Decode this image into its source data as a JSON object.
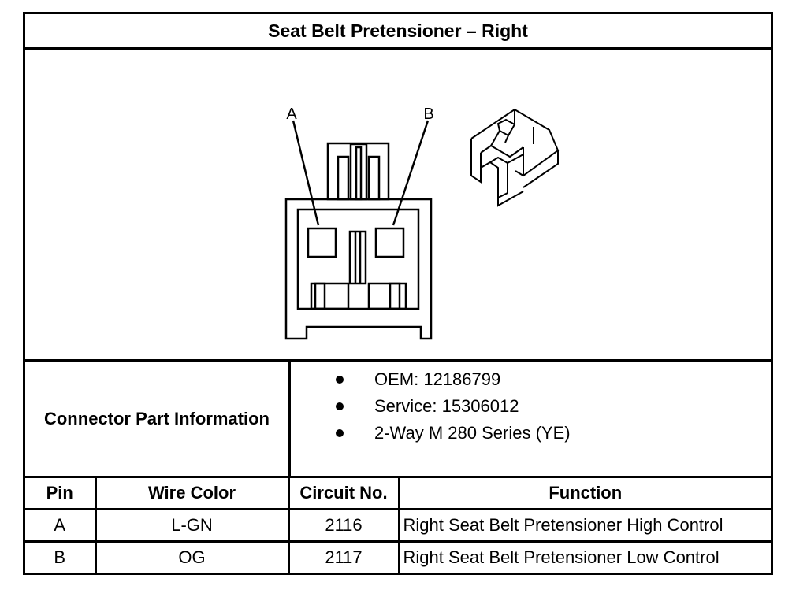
{
  "title": "Seat Belt Pretensioner – Right",
  "figure": {
    "pin_labels": [
      "A",
      "B"
    ]
  },
  "connector_info": {
    "label": "Connector Part Information",
    "items": [
      "OEM: 12186799",
      "Service: 15306012",
      "2-Way M 280 Series (YE)"
    ]
  },
  "pin_table": {
    "headers": [
      "Pin",
      "Wire Color",
      "Circuit No.",
      "Function"
    ],
    "rows": [
      [
        "A",
        "L-GN",
        "2116",
        "Right Seat Belt Pretensioner High Control"
      ],
      [
        "B",
        "OG",
        "2117",
        "Right Seat Belt Pretensioner Low Control"
      ]
    ]
  }
}
